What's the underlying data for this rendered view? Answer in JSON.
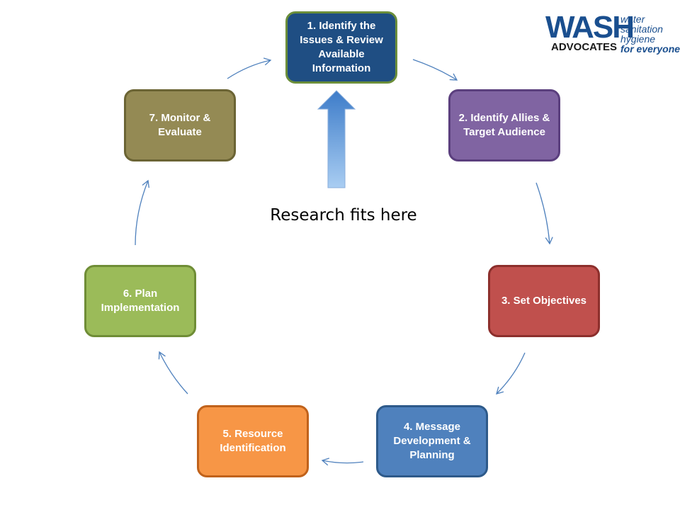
{
  "steps": [
    {
      "id": "1",
      "label": "1. Identify the Issues & Review Available Information"
    },
    {
      "id": "2",
      "label": "2. Identify Allies & Target Audience"
    },
    {
      "id": "3",
      "label": "3. Set Objectives"
    },
    {
      "id": "4",
      "label": "4. Message Development & Planning"
    },
    {
      "id": "5",
      "label": "5. Resource Identification"
    },
    {
      "id": "6",
      "label": "6. Plan Implementation"
    },
    {
      "id": "7",
      "label": "7. Monitor & Evaluate"
    }
  ],
  "annotation": "Research fits here",
  "logo": {
    "wordmark": "WASH",
    "subtitle": "ADVOCATES",
    "tagline_1": "water",
    "tagline_2": "sanitation",
    "tagline_3": "hygiene",
    "tagline_4": "for everyone"
  },
  "colors": {
    "step1": "#1f4e83",
    "step2": "#8064a2",
    "step3": "#c0504d",
    "step4": "#4f81bd",
    "step5": "#f79646",
    "step6": "#9bbb59",
    "step7": "#948a54",
    "arrow": "#4f81bd"
  }
}
